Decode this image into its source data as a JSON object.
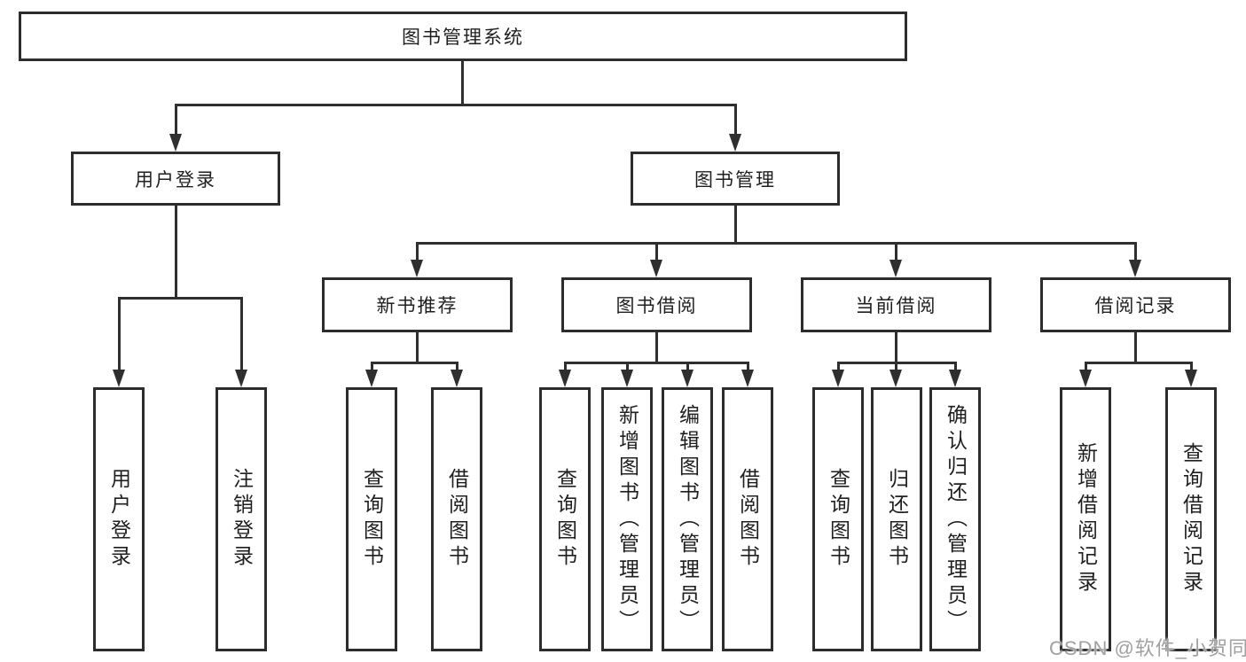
{
  "tree": {
    "root": {
      "label": "图书管理系统"
    },
    "children": [
      {
        "label": "用户登录",
        "children": [
          {
            "label": "用户登录"
          },
          {
            "label": "注销登录"
          }
        ]
      },
      {
        "label": "图书管理",
        "children": [
          {
            "label": "新书推荐",
            "children": [
              {
                "label": "查询图书"
              },
              {
                "label": "借阅图书"
              }
            ]
          },
          {
            "label": "图书借阅",
            "children": [
              {
                "label": "查询图书"
              },
              {
                "label": "新增图书（管理员）"
              },
              {
                "label": "编辑图书（管理员）"
              },
              {
                "label": "借阅图书"
              }
            ]
          },
          {
            "label": "当前借阅",
            "children": [
              {
                "label": "查询图书"
              },
              {
                "label": "归还图书"
              },
              {
                "label": "确认归还（管理员）"
              }
            ]
          },
          {
            "label": "借阅记录",
            "children": [
              {
                "label": "新增借阅记录"
              },
              {
                "label": "查询借阅记录"
              }
            ]
          }
        ]
      }
    ]
  },
  "watermark": {
    "text": "CSDN @软件_小贺同学"
  },
  "colors": {
    "line": "#2f2f2f",
    "border": "#2d2d2d",
    "text": "#1f1f1f",
    "bg": "#ffffff",
    "wm": "#a0a0a0"
  }
}
